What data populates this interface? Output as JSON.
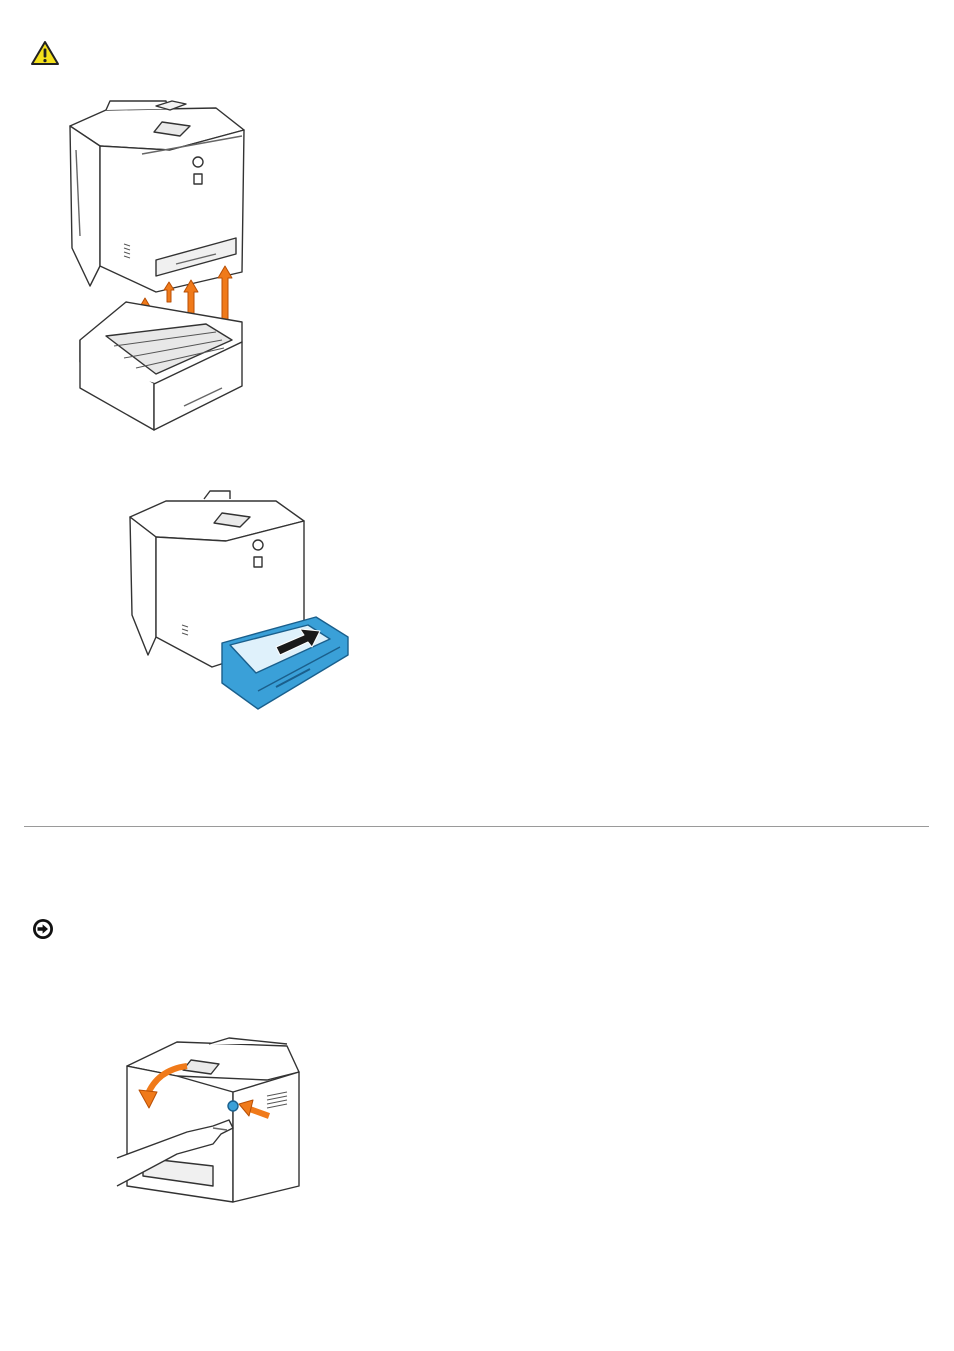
{
  "page": {
    "background_color": "#ffffff",
    "accent_color": "#f07a1a",
    "tray_color": "#3aa0d8"
  },
  "icons": {
    "caution": "caution-triangle-icon",
    "notice": "notice-arrow-circle-icon"
  },
  "figures": [
    {
      "name": "printer-lift-off-tray-illustration",
      "description_visible": false
    },
    {
      "name": "printer-insert-tray-illustration",
      "description_visible": false
    },
    {
      "name": "printer-open-front-cover-illustration",
      "description_visible": false
    }
  ]
}
